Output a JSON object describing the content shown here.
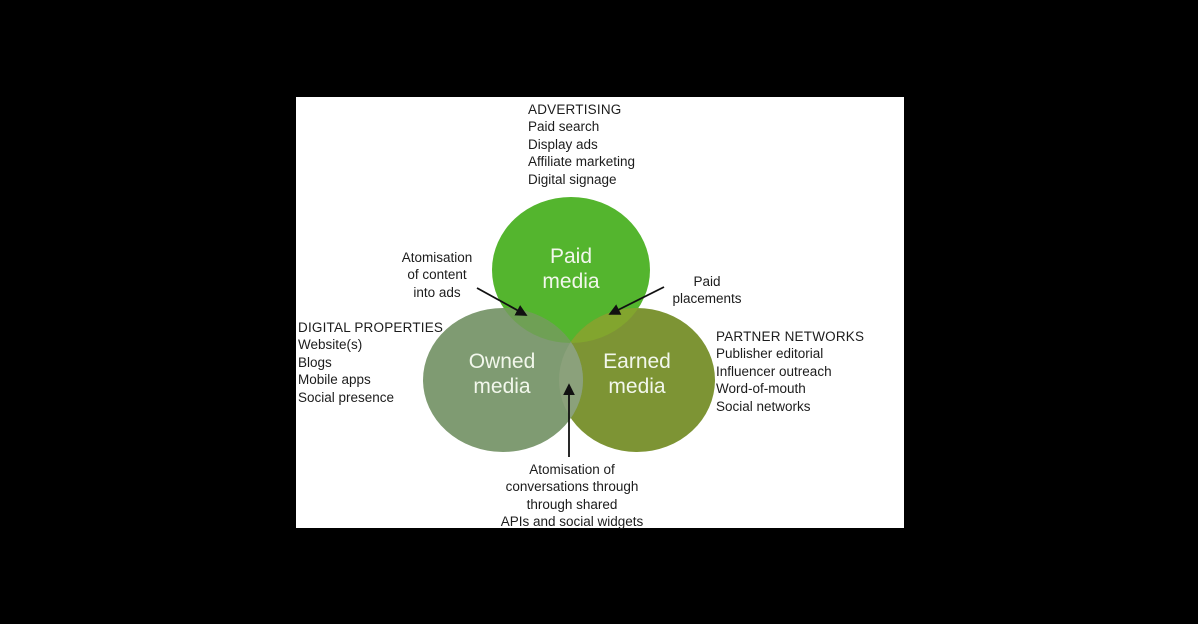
{
  "page": {
    "background": "#000000",
    "panel_background": "#ffffff"
  },
  "colors": {
    "paid": "#54b52e",
    "owned": "#7f9b72",
    "earned": "#7d9434",
    "paid_owned_overlap": "#6fa055",
    "paid_earned_overlap": "#82a52e",
    "owned_earned_overlap": "#8ba17b",
    "annotation_text": "#1c1c1c",
    "circle_label_text": "#f2f7ec",
    "arrow": "#111111"
  },
  "circles": {
    "paid": {
      "label_lines": [
        "Paid",
        "media"
      ]
    },
    "owned": {
      "label_lines": [
        "Owned",
        "media"
      ]
    },
    "earned": {
      "label_lines": [
        "Earned",
        "media"
      ]
    }
  },
  "annotations": {
    "advertising": {
      "heading": "ADVERTISING",
      "items": [
        "Paid search",
        "Display ads",
        "Affiliate marketing",
        "Digital signage"
      ]
    },
    "digital_properties": {
      "heading": "DIGITAL PROPERTIES",
      "items": [
        "Website(s)",
        "Blogs",
        "Mobile apps",
        "Social presence"
      ]
    },
    "partner_networks": {
      "heading": "PARTNER NETWORKS",
      "items": [
        "Publisher editorial",
        "Influencer outreach",
        "Word-of-mouth",
        "Social networks"
      ]
    },
    "atomisation_ads": {
      "lines": [
        "Atomisation",
        "of content",
        "into ads"
      ]
    },
    "paid_placements": {
      "lines": [
        "Paid",
        "placements"
      ]
    },
    "atomisation_conversations": {
      "lines": [
        "Atomisation of",
        "conversations through",
        "through shared",
        "APIs and social widgets"
      ]
    }
  }
}
